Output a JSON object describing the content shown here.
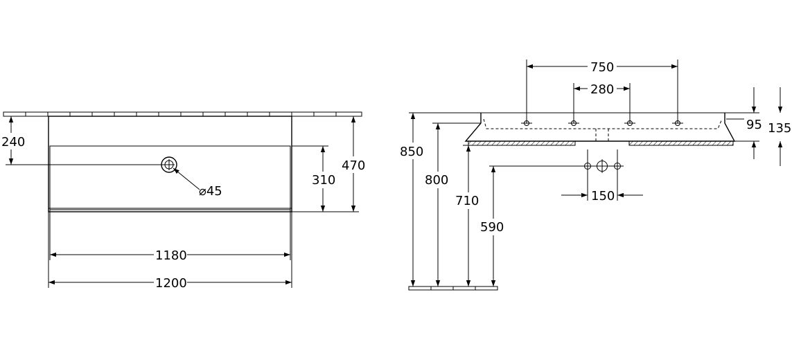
{
  "plan_view": {
    "dim_width_inner": "1180",
    "dim_width_outer": "1200",
    "dim_depth_bowl": "310",
    "dim_depth_total": "470",
    "dim_tap_offset": "240",
    "dim_tap_hole": "⌀45"
  },
  "elevation_view": {
    "dim_750": "750",
    "dim_280": "280",
    "dim_150": "150",
    "dim_850": "850",
    "dim_800": "800",
    "dim_710": "710",
    "dim_590": "590",
    "dim_95": "95",
    "dim_135": "135"
  }
}
